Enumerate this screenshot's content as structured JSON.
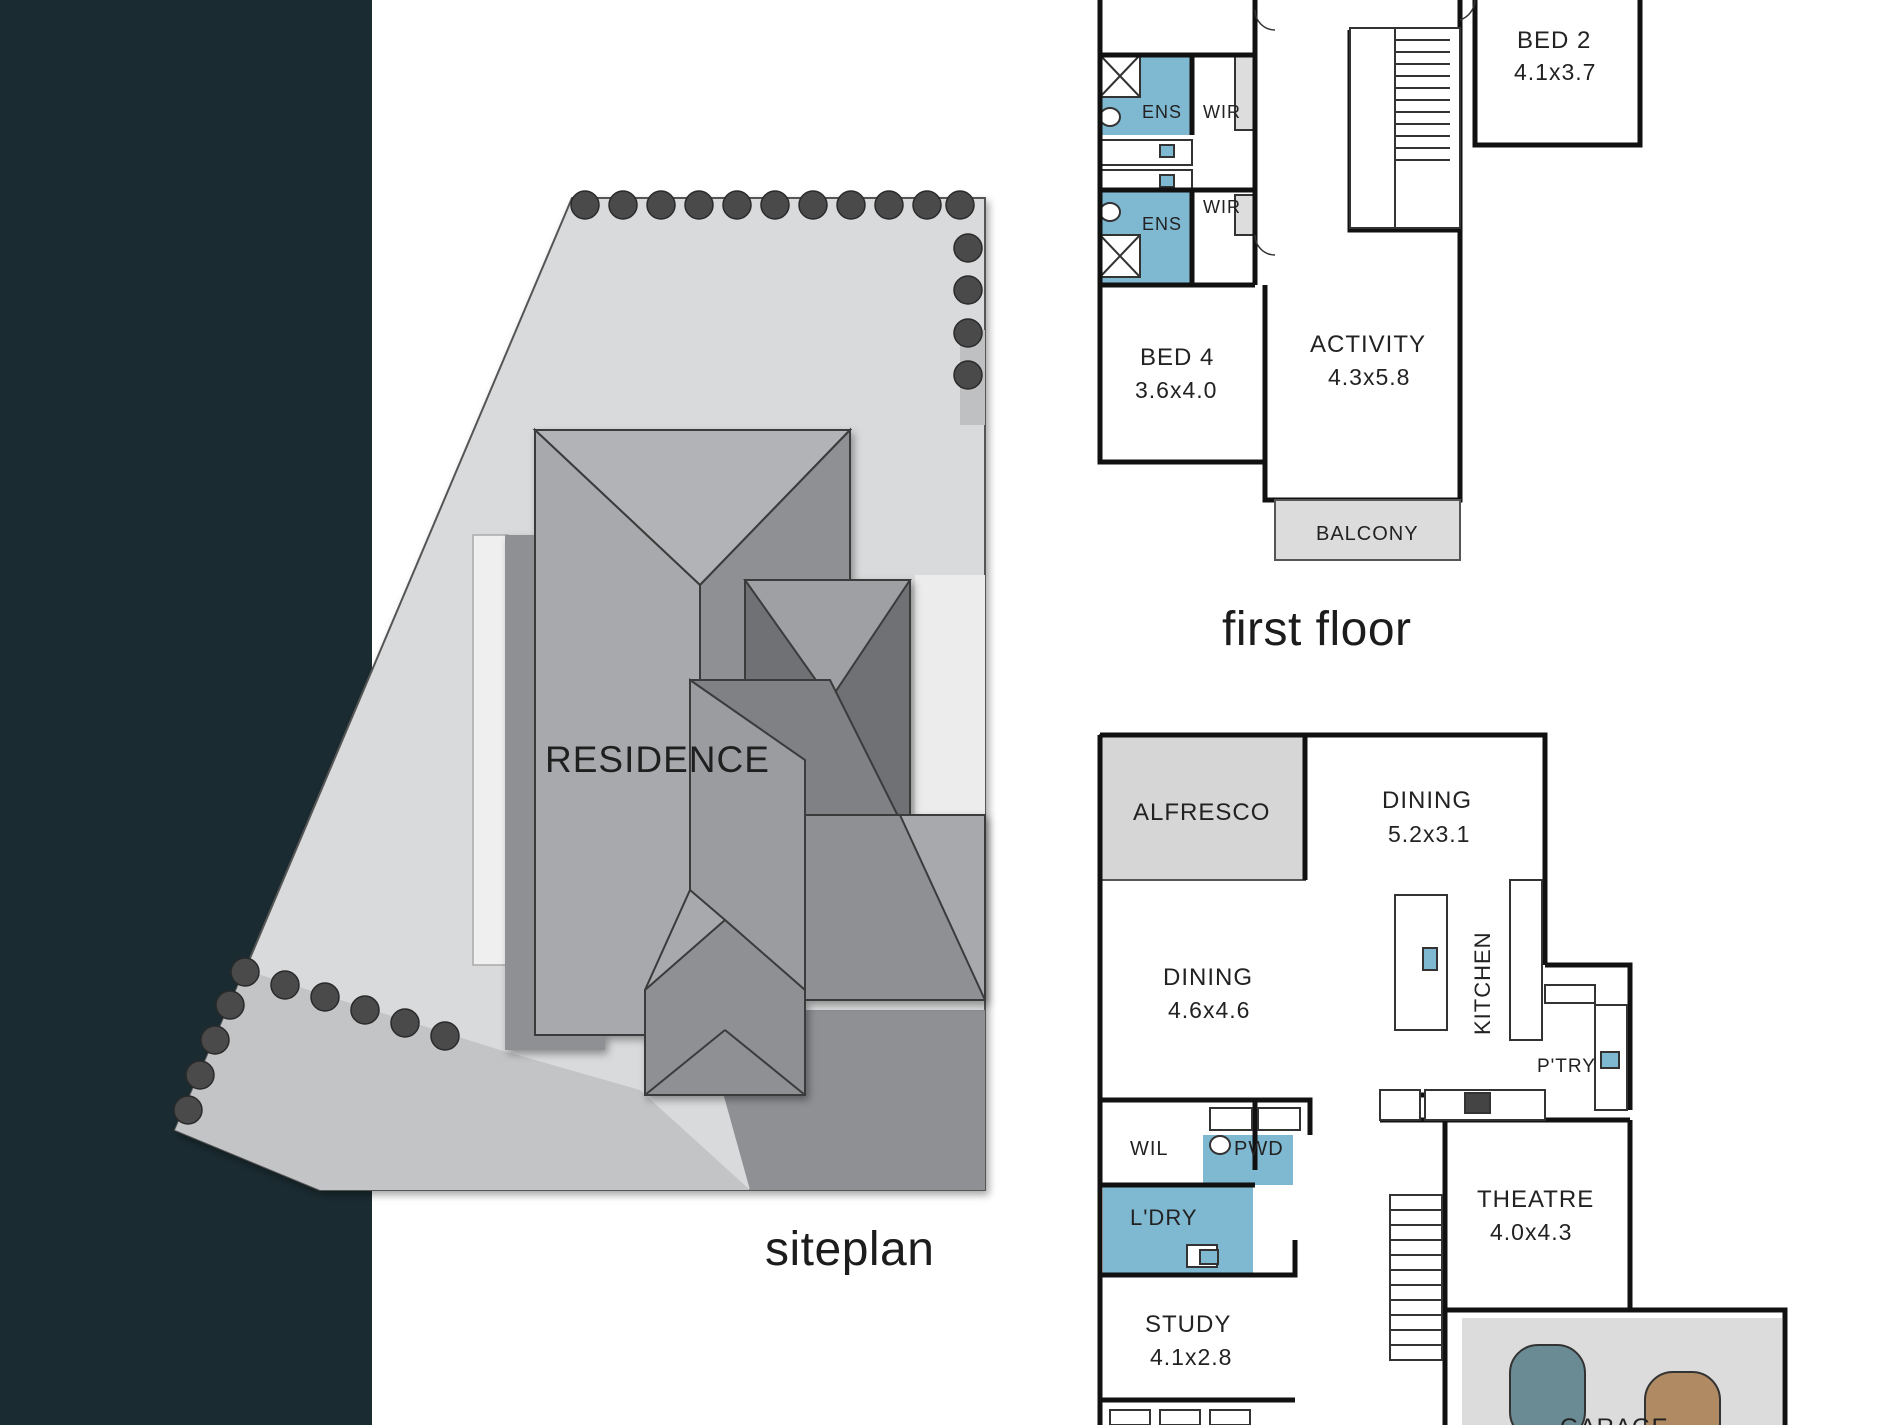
{
  "colors": {
    "sidebar": "#1a2b31",
    "wet_area": "#7fb8d1",
    "roof_dark": "#8e9094",
    "roof_light": "#a7a9ac",
    "lot": "#d9dadb",
    "wall": "#111111"
  },
  "siteplan": {
    "caption": "siteplan",
    "building_label": "RESIDENCE"
  },
  "first_floor": {
    "caption": "first floor",
    "rooms": {
      "bed2": {
        "name": "BED 2",
        "dim": "4.1x3.7"
      },
      "ens1": {
        "name": "ENS"
      },
      "wir1": {
        "name": "WIR"
      },
      "ens2": {
        "name": "ENS"
      },
      "wir2": {
        "name": "WIR"
      },
      "bed4": {
        "name": "BED 4",
        "dim": "3.6x4.0"
      },
      "activity": {
        "name": "ACTIVITY",
        "dim": "4.3x5.8"
      },
      "balcony": {
        "name": "BALCONY"
      }
    }
  },
  "ground_floor": {
    "rooms": {
      "alfresco": {
        "name": "ALFRESCO"
      },
      "dining_top": {
        "name": "DINING",
        "dim": "5.2x3.1"
      },
      "dining": {
        "name": "DINING",
        "dim": "4.6x4.6"
      },
      "kitchen": {
        "name": "KITCHEN"
      },
      "pantry": {
        "name": "P'TRY"
      },
      "wil": {
        "name": "WIL"
      },
      "pwd": {
        "name": "PWD"
      },
      "laundry": {
        "name": "L'DRY"
      },
      "theatre": {
        "name": "THEATRE",
        "dim": "4.0x4.3"
      },
      "study": {
        "name": "STUDY",
        "dim": "4.1x2.8"
      },
      "garage": {
        "name": "GARAGE"
      }
    }
  }
}
